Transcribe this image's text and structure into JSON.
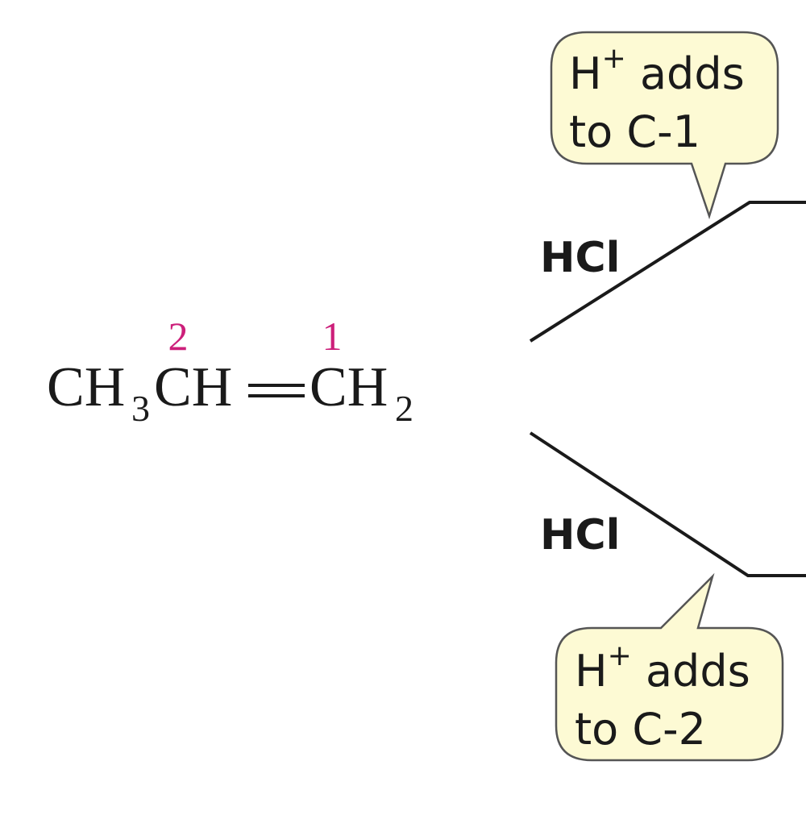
{
  "molecule": {
    "ch3": "CH",
    "sub3": "3",
    "ch": "CH",
    "ch2": "CH",
    "sub2": "2",
    "label_c2": "2",
    "label_c1": "1"
  },
  "reagents": {
    "upper": "HCl",
    "lower": "HCl"
  },
  "callouts": {
    "upper": {
      "line1_h": "H",
      "line1_sup": "+",
      "line1_rest": " adds",
      "line2": "to C-1"
    },
    "lower": {
      "line1_h": "H",
      "line1_sup": "+",
      "line1_rest": " adds",
      "line2": "to C-2"
    }
  },
  "colors": {
    "carbon_number": "#cc1f7a",
    "callout_fill": "#fdfad4",
    "callout_stroke": "#555555",
    "line": "#1a1a1a",
    "text": "#1a1a1a"
  }
}
